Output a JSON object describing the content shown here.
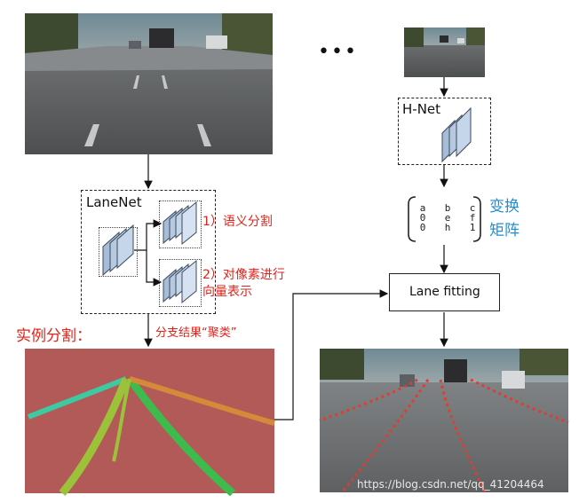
{
  "diagram": {
    "ellipsis": "•••",
    "lanenet_label": "LaneNet",
    "hnet_label": "H-Net",
    "branch1_label": "1）语义分割",
    "branch2_line1": "2）对像素进行",
    "branch2_line2": "向量表示",
    "instance_label": "实例分割：",
    "cluster_label": "分支结果“聚类”",
    "transform_line1": "变换",
    "transform_line2": "矩阵",
    "lane_fitting_label": "Lane fitting",
    "matrix": [
      [
        "a",
        "b",
        "c"
      ],
      [
        "0",
        "e",
        "f"
      ],
      [
        "0",
        "h",
        "1"
      ]
    ],
    "watermark": "https://blog.csdn.net/qq_41204464"
  },
  "colors": {
    "red_label": "#e2231a",
    "blue_label": "#1e90d6",
    "segmentation_bg": "#b25a58",
    "lane_green": "#3dbb4c",
    "lane_yellowgreen": "#9cc23a",
    "lane_orange": "#d7893a",
    "lane_teal": "#3ec9a0",
    "road_dots": "#e03c2f"
  }
}
